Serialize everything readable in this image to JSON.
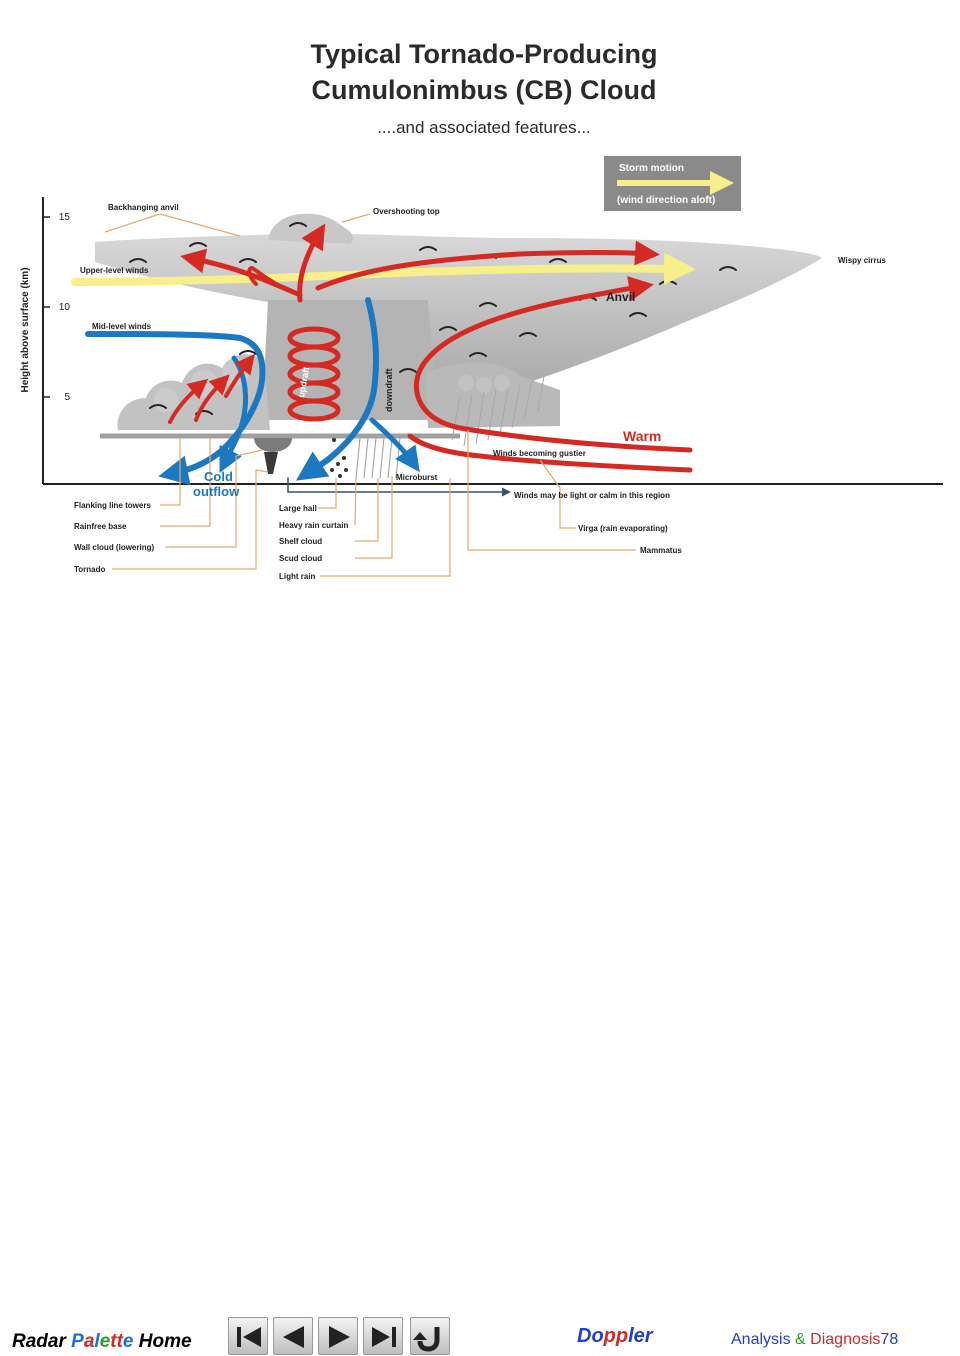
{
  "diagram": {
    "title_line1": "Typical Tornado-Producing",
    "title_line2": "Cumulonimbus (CB) Cloud",
    "subtitle": "....and associated features...",
    "legend": {
      "title": "Storm motion",
      "caption": "(wind direction aloft)"
    },
    "y_axis": {
      "label": "Height above surface (km)",
      "ticks": [
        "15",
        "10",
        "5"
      ]
    },
    "labels": {
      "backhanging_anvil": "Backhanging anvil",
      "overshooting_top": "Overshooting top",
      "upper_level_winds": "Upper-level winds",
      "mid_level_winds": "Mid-level winds",
      "wispy_cirrus": "Wispy cirrus",
      "anvil": "Anvil",
      "updraft": "updraft",
      "downdraft": "downdraft",
      "warm": "Warm",
      "cold_outflow_1": "Cold",
      "cold_outflow_2": "outflow",
      "winds_gustier": "Winds becoming gustier",
      "microburst": "Microburst",
      "winds_calm": "Winds may be light or calm in this region",
      "flanking_line_towers": "Flanking line towers",
      "rainfree_base": "Rainfree base",
      "wall_cloud": "Wall cloud (lowering)",
      "tornado": "Tornado",
      "large_hail": "Large hail",
      "heavy_rain_curtain": "Heavy rain curtain",
      "shelf_cloud": "Shelf cloud",
      "scud_cloud": "Scud cloud",
      "light_rain": "Light rain",
      "virga": "Virga (rain evaporating)",
      "mammatus": "Mammatus"
    },
    "colors": {
      "updraft_red": "#d42a22",
      "downdraft_blue": "#1c78c0",
      "upper_wind_yellow": "#f7f08a",
      "cloud_gray": "#c4c4c4",
      "leader_orange": "#e7a96a",
      "legend_box": "#8a8a8a"
    }
  },
  "footer": {
    "home_parts": [
      "Radar ",
      "P",
      "a",
      "l",
      "e",
      "tt",
      "e",
      " Home"
    ],
    "home_colors": [
      "#000000",
      "#1f6fd8",
      "#d42a22",
      "#1f6fd8",
      "#2f9e2f",
      "#d42a22",
      "#1f6fd8",
      "#000000"
    ],
    "nav_icons": [
      "first-slide-icon",
      "previous-slide-icon",
      "next-slide-icon",
      "last-slide-icon",
      "return-icon"
    ],
    "doppler_parts": [
      "Do",
      "pp",
      "ler"
    ],
    "doppler_colors": [
      "#1f3fd0",
      "#d42a22",
      "#1f3fd0"
    ],
    "analysis_text": "Analysis",
    "amp": "&",
    "diagnosis_text": "Diagnosis",
    "page_number": "78",
    "analysis_colors": [
      "#1f3fd0",
      "#2f9e2f",
      "#d42a22",
      "#1f3fd0"
    ]
  }
}
